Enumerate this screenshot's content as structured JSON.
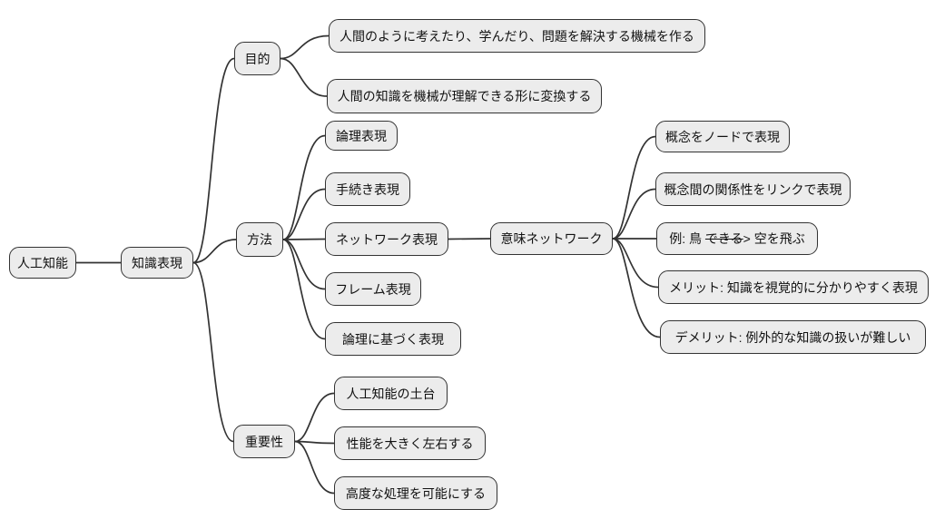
{
  "colors": {
    "background": "#ffffff",
    "node_fill": "#ececec",
    "node_border": "#333333",
    "edge": "#333333",
    "text": "#111111"
  },
  "mindmap": {
    "type": "mindmap-flowchart-lr",
    "root": {
      "label": "人工知能",
      "children": [
        {
          "label": "知識表現",
          "children": [
            {
              "label": "目的",
              "children": [
                {
                  "label": "人間のように考えたり、学んだり、問題を解決する機械を作る"
                },
                {
                  "label": "人間の知識を機械が理解できる形に変換する"
                }
              ]
            },
            {
              "label": "方法",
              "children": [
                {
                  "label": "論理表現"
                },
                {
                  "label": "手続き表現"
                },
                {
                  "label": "ネットワーク表現",
                  "children": [
                    {
                      "label": "意味ネットワーク",
                      "children": [
                        {
                          "label": "概念をノードで表現"
                        },
                        {
                          "label": "概念間の関係性をリンクで表現"
                        },
                        {
                          "label": "例: 鳥 できる> 空を飛ぶ",
                          "label_parts": {
                            "prefix": "例: 鳥 ",
                            "strike": "できる",
                            "suffix": "> 空を飛ぶ"
                          }
                        },
                        {
                          "label": "メリット: 知識を視覚的に分かりやすく表現"
                        },
                        {
                          "label": "デメリット: 例外的な知識の扱いが難しい"
                        }
                      ]
                    }
                  ]
                },
                {
                  "label": "フレーム表現"
                },
                {
                  "label": "論理に基づく表現"
                }
              ]
            },
            {
              "label": "重要性",
              "children": [
                {
                  "label": "人工知能の土台"
                },
                {
                  "label": "性能を大きく左右する"
                },
                {
                  "label": "高度な処理を可能にする"
                }
              ]
            }
          ]
        }
      ]
    }
  }
}
